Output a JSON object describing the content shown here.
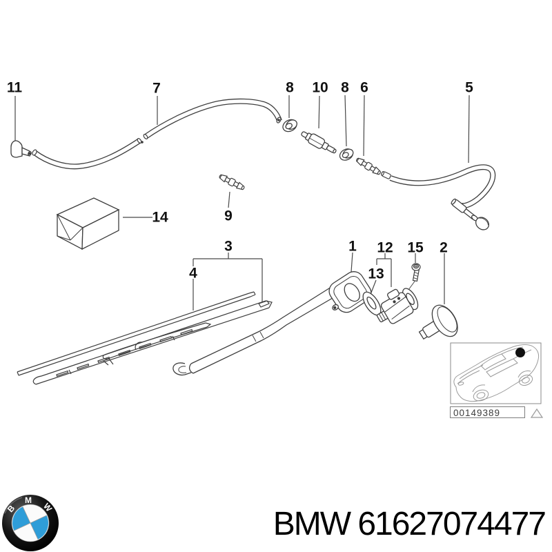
{
  "diagram": {
    "title_hint": "wiper and washer components exploded diagram",
    "callouts": [
      "11",
      "7",
      "8",
      "10",
      "8",
      "6",
      "5",
      "14",
      "9",
      "3",
      "4",
      "1",
      "12",
      "13",
      "15",
      "2"
    ]
  },
  "thumbnail": {
    "code": "00149389"
  },
  "footer": {
    "part_text": "BMW 61627074477",
    "logo_letters": [
      "B",
      "M",
      "W"
    ]
  },
  "colors": {
    "line": "#3d3d3d",
    "leader": "#474747",
    "thumb_line": "#9a9a9a",
    "bmw_blue": "#2f9dd8",
    "logo_ring": "#131313"
  }
}
